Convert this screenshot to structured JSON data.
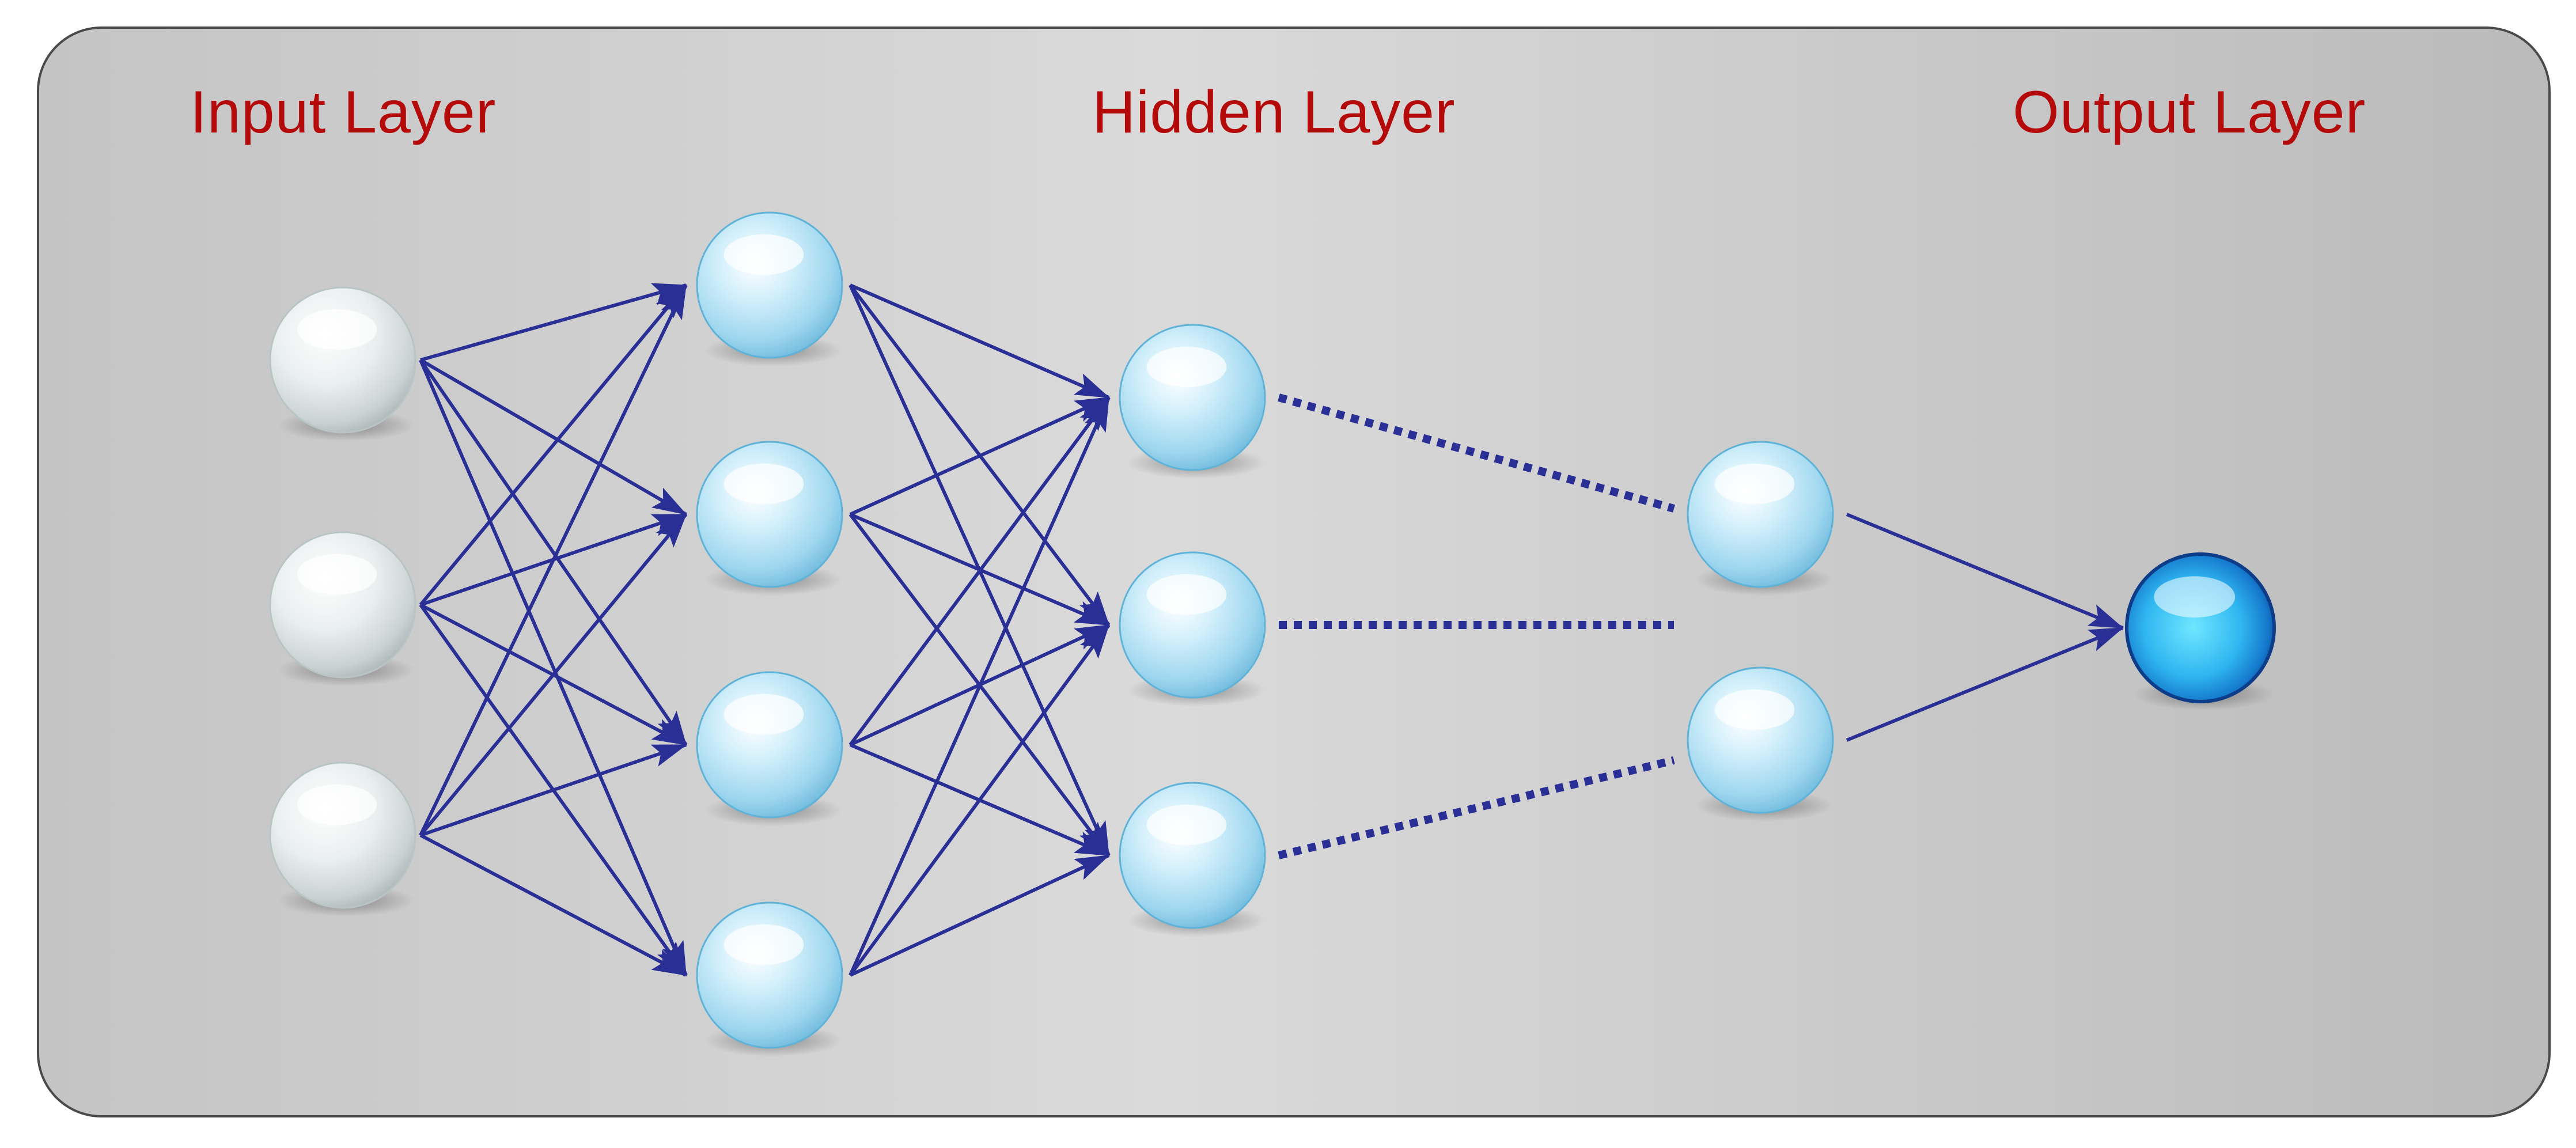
{
  "titles": {
    "input": "Input Layer",
    "hidden": "Hidden Layer",
    "output": "Output Layer"
  },
  "colors": {
    "panel_gradient": [
      "#c2c2c2",
      "#d9d9d9",
      "#bdbdbd"
    ],
    "panel_border": "#4a4a4a",
    "title_text": "#b40a0a",
    "connection": "#2a2f96",
    "input_node": "#e6ecec",
    "hidden_node": "#a9dcf2",
    "output_node": "#1a8fe0"
  },
  "network": {
    "layers": [
      {
        "id": "input",
        "nodes": 3,
        "style": "input"
      },
      {
        "id": "hidden1",
        "nodes": 4,
        "style": "hidden"
      },
      {
        "id": "hidden2",
        "nodes": 3,
        "style": "hidden"
      },
      {
        "id": "hiddenN",
        "nodes": 2,
        "style": "hidden"
      },
      {
        "id": "output",
        "nodes": 1,
        "style": "output"
      }
    ],
    "connections": [
      {
        "from": "input",
        "to": "hidden1",
        "kind": "dense-arrow"
      },
      {
        "from": "hidden1",
        "to": "hidden2",
        "kind": "dense-arrow"
      },
      {
        "from": "hidden2",
        "to": "hiddenN",
        "kind": "dotted-ellipsis"
      },
      {
        "from": "hiddenN",
        "to": "output",
        "kind": "dense-arrow"
      }
    ]
  }
}
